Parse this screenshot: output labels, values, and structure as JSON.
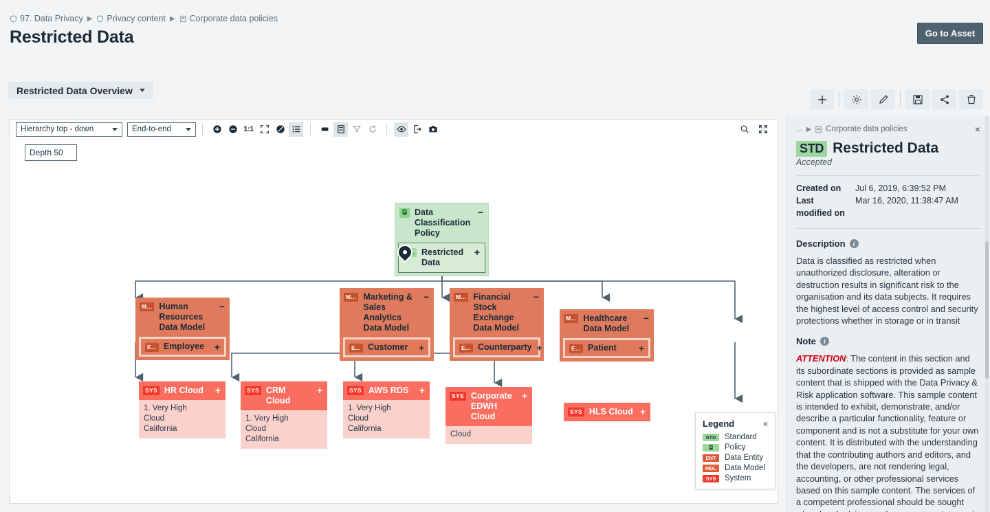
{
  "header": {
    "breadcrumb": [
      {
        "label": "97. Data Privacy",
        "icon": "shield-icon"
      },
      {
        "label": "Privacy content",
        "icon": "shield-icon"
      },
      {
        "label": "Corporate data policies",
        "icon": "policy-doc-icon"
      }
    ],
    "title": "Restricted Data",
    "go_to_asset": "Go to Asset"
  },
  "view": {
    "name": "Restricted Data Overview"
  },
  "actions": [
    {
      "name": "add-button",
      "icon": "plus-icon"
    },
    {
      "name": "settings-button",
      "icon": "gear-icon"
    },
    {
      "name": "edit-button",
      "icon": "pencil-icon"
    },
    {
      "name": "save-button",
      "icon": "floppy-disk-icon"
    },
    {
      "name": "share-button",
      "icon": "share-icon"
    },
    {
      "name": "delete-button",
      "icon": "trash-icon"
    }
  ],
  "canvas_toolbar": {
    "layout_select": "Hierarchy top - down",
    "scope_select": "End-to-end",
    "depth_value": "Depth 50",
    "depth_placeholder": "Depth",
    "tools": [
      {
        "name": "zoom-in-icon",
        "label": ""
      },
      {
        "name": "zoom-out-icon",
        "label": ""
      },
      {
        "name": "zoom-reset-icon",
        "label": "1:1"
      },
      {
        "name": "fit-screen-icon",
        "label": ""
      },
      {
        "name": "contrast-icon",
        "label": ""
      },
      {
        "name": "list-view-icon",
        "label": ""
      },
      {
        "name": "legend-toggle-icon",
        "label": ""
      },
      {
        "name": "node-detail-icon",
        "label": ""
      },
      {
        "name": "filter-icon",
        "label": ""
      },
      {
        "name": "refresh-icon",
        "label": ""
      },
      {
        "name": "visibility-icon",
        "label": ""
      },
      {
        "name": "export-icon",
        "label": ""
      },
      {
        "name": "screenshot-icon",
        "label": ""
      }
    ],
    "search_icon": "search-icon",
    "fullscreen_icon": "fullscreen-icon"
  },
  "graph": {
    "nodes": [
      {
        "id": "policy",
        "kind": "policy",
        "badge": "",
        "title": "Data Classification Policy",
        "expander": "−",
        "child": {
          "badge": "S...",
          "title": "Restricted Data",
          "expander": "+"
        },
        "pin": true
      },
      {
        "id": "hr-dm",
        "kind": "model",
        "badge": "M...",
        "title": "Human Resources Data Model",
        "expander": "−",
        "child": {
          "badge": "E...",
          "title": "Employee",
          "expander": "+"
        }
      },
      {
        "id": "mkt-dm",
        "kind": "model",
        "badge": "M...",
        "title": "Marketing & Sales Analytics Data Model",
        "expander": "−",
        "child": {
          "badge": "E...",
          "title": "Customer",
          "expander": "+"
        }
      },
      {
        "id": "fin-dm",
        "kind": "model",
        "badge": "M...",
        "title": "Financial Stock Exchange Data Model",
        "expander": "−",
        "child": {
          "badge": "E...",
          "title": "Counterparty",
          "expander": "+"
        }
      },
      {
        "id": "hls-dm",
        "kind": "model",
        "badge": "M...",
        "title": "Healthcare Data Model",
        "expander": "−",
        "child": {
          "badge": "E...",
          "title": "Patient",
          "expander": "+"
        }
      },
      {
        "id": "hr-cloud",
        "kind": "system",
        "badge": "SYS",
        "title": "HR Cloud",
        "expander": "+",
        "body": [
          "1. Very High",
          "Cloud",
          "California"
        ]
      },
      {
        "id": "crm-cloud",
        "kind": "system",
        "badge": "SYS",
        "title": "CRM Cloud",
        "expander": "+",
        "body": [
          "1. Very High",
          "Cloud",
          "California"
        ]
      },
      {
        "id": "aws-rds",
        "kind": "system",
        "badge": "SYS",
        "title": "AWS RDS",
        "expander": "+",
        "body": [
          "1. Very High",
          "Cloud",
          "California"
        ]
      },
      {
        "id": "edwh-cloud",
        "kind": "system",
        "badge": "SYS",
        "title": "Corporate EDWH Cloud",
        "expander": "+",
        "body": [
          "Cloud"
        ]
      },
      {
        "id": "hls-cloud",
        "kind": "system",
        "badge": "SYS",
        "title": "HLS Cloud",
        "expander": "+",
        "body": []
      }
    ]
  },
  "legend": {
    "title": "Legend",
    "close": "×",
    "items": [
      {
        "code": "STD",
        "label": "Standard",
        "color": "#9ed69f",
        "text": "#1b2a38"
      },
      {
        "code": "P",
        "label": "Policy",
        "color": "#9ed69f",
        "text": "#1b2a38"
      },
      {
        "code": "ENT",
        "label": "Data Entity",
        "color": "#e05a3a",
        "text": "#ffffff"
      },
      {
        "code": "MDL",
        "label": "Data Model",
        "color": "#e05a3a",
        "text": "#ffffff"
      },
      {
        "code": "SYS",
        "label": "System",
        "color": "#f5372a",
        "text": "#ffffff"
      }
    ]
  },
  "panel": {
    "breadcrumb_ellipsis": "...",
    "breadcrumb_last": "Corporate data policies",
    "close": "×",
    "badge": "STD",
    "title": "Restricted Data",
    "status": "Accepted",
    "meta": [
      {
        "key": "Created on",
        "value": "Jul 6, 2019, 6:39:52 PM"
      },
      {
        "key": "Last modified on",
        "value": "Mar 16, 2020, 11:38:47 AM"
      }
    ],
    "description_heading": "Description",
    "description": "Data is classified as restricted when unauthorized disclosure, alteration or destruction results in significant risk to the organisation and its data subjects. It requires the highest level of access control and security protections whether  in storage or in transit",
    "note_heading": "Note",
    "note_attention": "ATTENTION",
    "note": ": The content in this section and its subordinate sections is provided as sample content that is shipped with the Data Privacy & Risk application software. This sample content is intended to exhibit, demonstrate, and/or describe a particular functionality, feature or component and is not a substitute for your own content. It is distributed with the understanding that the contributing authors and editors, and the developers, are not rendering legal, accounting, or other professional services based on this sample content. The services of a competent professional should be sought when legal advice or other expert assistance is required"
  }
}
